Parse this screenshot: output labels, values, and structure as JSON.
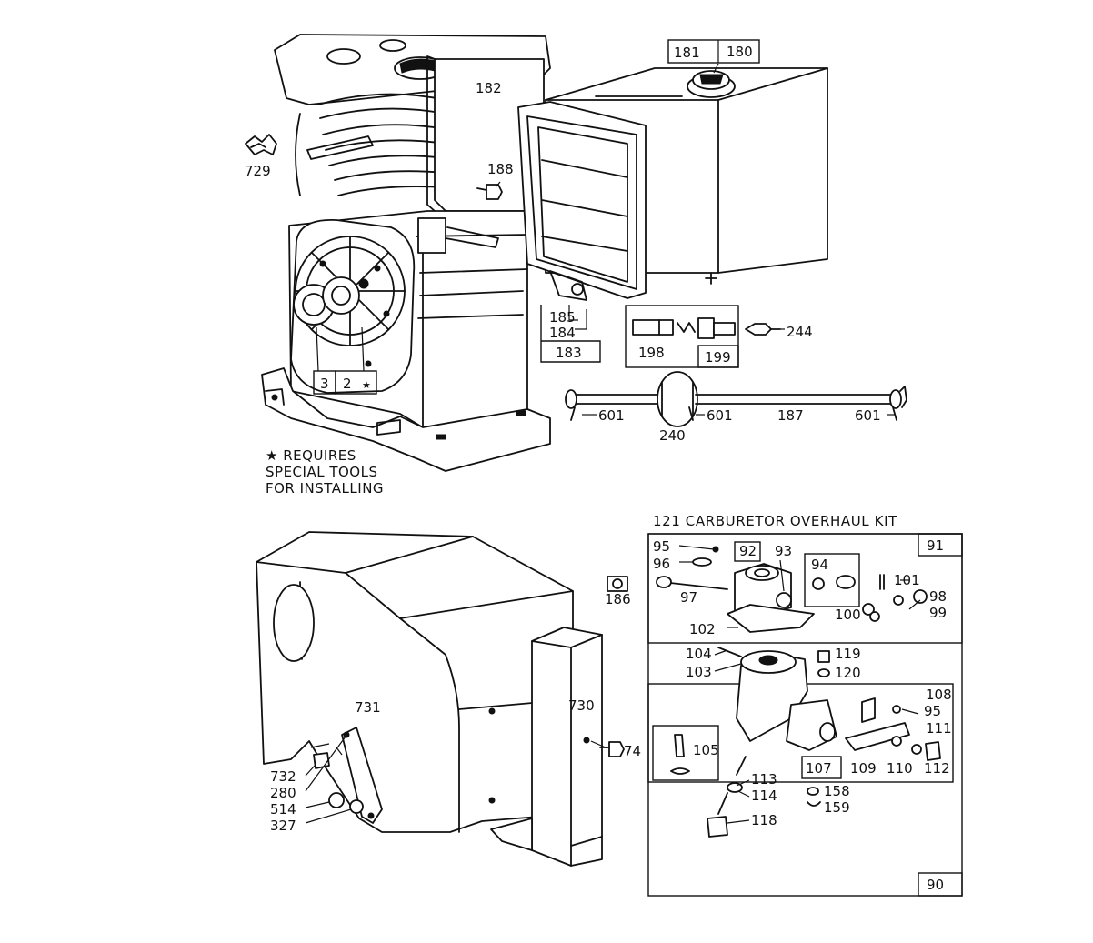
{
  "note": {
    "star": "★",
    "lines": [
      "REQUIRES",
      "SPECIAL TOOLS",
      "FOR INSTALLING"
    ]
  },
  "kit": {
    "title": "121 CARBURETOR OVERHAUL KIT"
  },
  "parts": {
    "p2": "2",
    "p3": "3",
    "p74": "74",
    "p90": "90",
    "p91": "91",
    "p92": "92",
    "p93": "93",
    "p94": "94",
    "p95a": "95",
    "p95b": "95",
    "p96": "96",
    "p97": "97",
    "p98": "98",
    "p99": "99",
    "p100": "100",
    "p101": "101",
    "p102": "102",
    "p103": "103",
    "p104": "104",
    "p105": "105",
    "p107": "107",
    "p108": "108",
    "p109": "109",
    "p110": "110",
    "p111": "111",
    "p112": "112",
    "p113": "113",
    "p114": "114",
    "p118": "118",
    "p119": "119",
    "p120": "120",
    "p158": "158",
    "p159": "159",
    "p180": "180",
    "p181": "181",
    "p182": "182",
    "p183": "183",
    "p184": "184",
    "p185": "185",
    "p186": "186",
    "p187": "187",
    "p188": "188",
    "p198": "198",
    "p199": "199",
    "p240": "240",
    "p244": "244",
    "p280": "280",
    "p327": "327",
    "p514": "514",
    "p601a": "601",
    "p601b": "601",
    "p601c": "601",
    "p729": "729",
    "p730": "730",
    "p731": "731",
    "p732": "732"
  }
}
